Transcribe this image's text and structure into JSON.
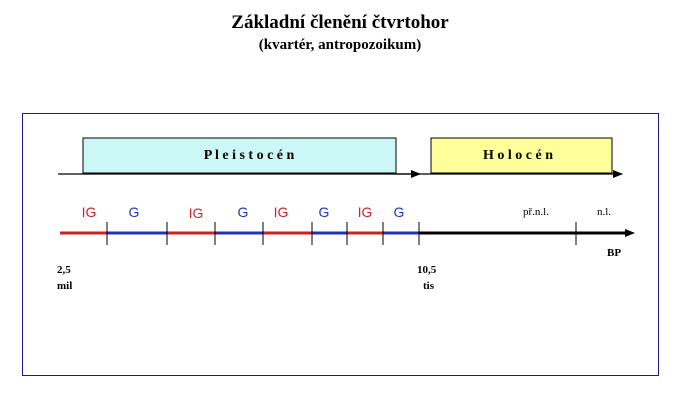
{
  "title": "Základní členění čtvrtohor",
  "subtitle": "(kvartér, antropozoikum)",
  "epochs": [
    {
      "label": "P l e i s t o c é n",
      "color": "#ccf7f7"
    },
    {
      "label": "H o l o c é n",
      "color": "#ffff99"
    }
  ],
  "periods": [
    {
      "label": "IG",
      "color": "#cc2222"
    },
    {
      "label": "G",
      "color": "#2233bb"
    },
    {
      "label": "IG",
      "color": "#cc2222"
    },
    {
      "label": "G",
      "color": "#2233bb"
    },
    {
      "label": "IG",
      "color": "#cc2222"
    },
    {
      "label": "G",
      "color": "#2233bb"
    },
    {
      "label": "IG",
      "color": "#cc2222"
    },
    {
      "label": "G",
      "color": "#2233bb"
    }
  ],
  "markers": {
    "bc": "př.n.l.",
    "ad": "n.l."
  },
  "axis": {
    "start_value": "2,5",
    "start_unit": "mil",
    "mid_value": "10,5",
    "mid_unit": "tis",
    "end_label": "BP"
  },
  "colors": {
    "frame": "#1c1c8c",
    "interglacial": "#cc2222",
    "glacial": "#2233bb",
    "axis": "#000000"
  }
}
